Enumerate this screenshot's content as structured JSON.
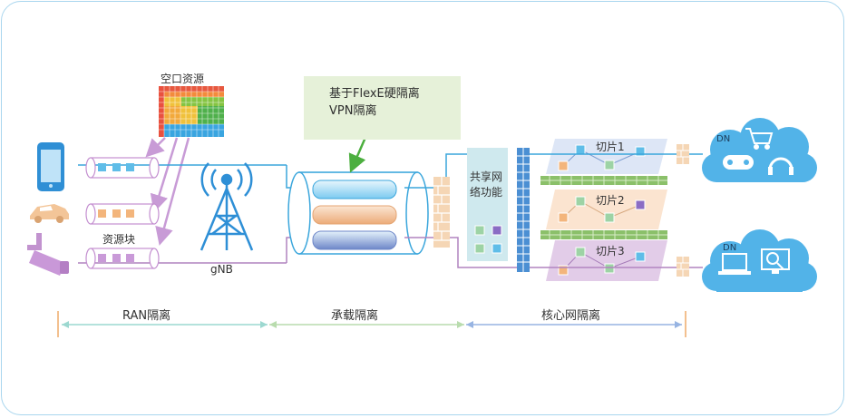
{
  "air_resource_label": "空口资源",
  "resource_block_label": "资源块",
  "gnb_label": "gNB",
  "callout": {
    "line1": "基于FlexE硬隔离",
    "line2": "VPN隔离"
  },
  "shared_nf_label": {
    "line1": "共享网",
    "line2": "络功能"
  },
  "slices": [
    "切片1",
    "切片2",
    "切片3"
  ],
  "dn_top_label": "DN",
  "dn_bottom_label": "DN",
  "segments": {
    "ran": "RAN隔离",
    "transport": "承载隔离",
    "core": "核心网隔离"
  },
  "colors": {
    "blue": "#3aa6dc",
    "orange": "#f1b889",
    "purple": "#b183bf",
    "green": "#7ab648",
    "cloud": "#52b3e8",
    "brick": "#f5d6b5"
  },
  "icons": [
    "phone-icon",
    "car-icon",
    "camera-icon",
    "antenna-icon",
    "shopping-cart-icon",
    "gamepad-icon",
    "headphone-icon",
    "laptop-icon",
    "monitor-icon"
  ]
}
